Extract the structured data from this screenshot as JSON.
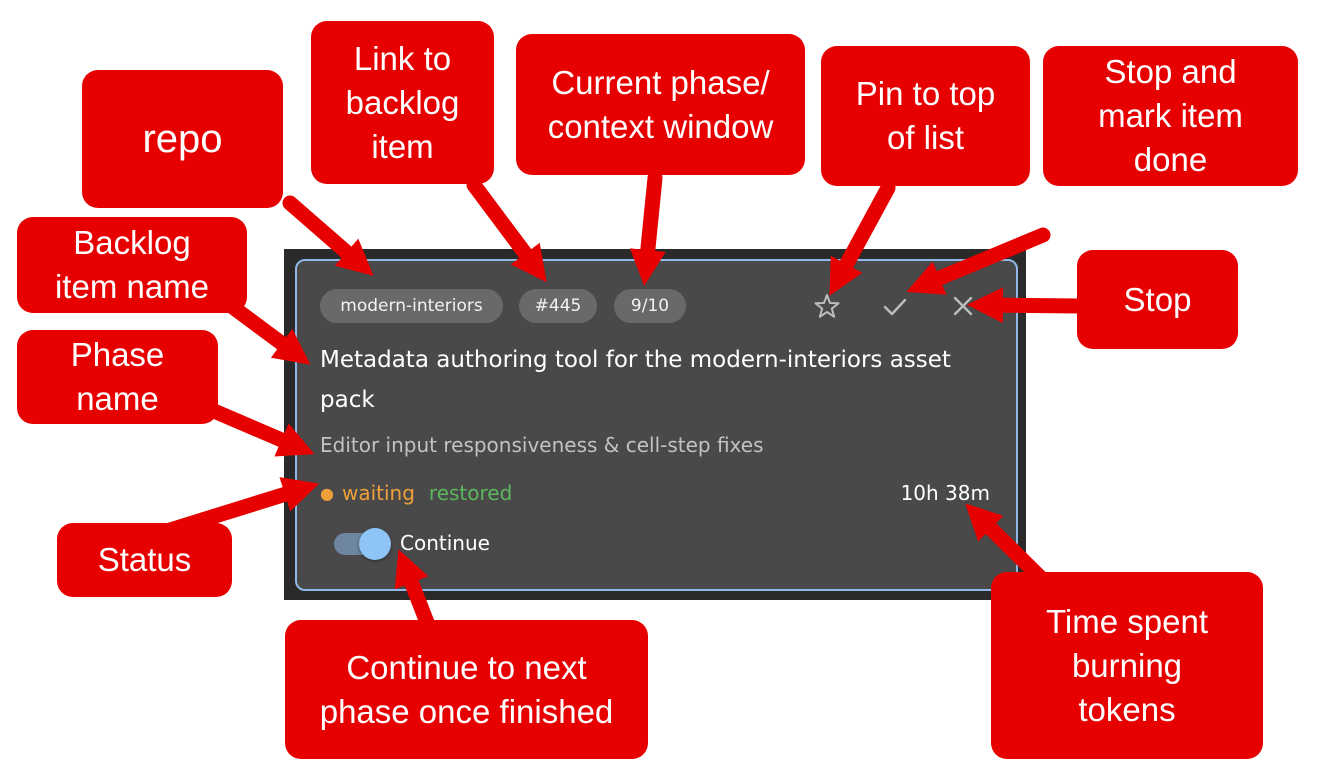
{
  "card": {
    "repo": "modern-interiors",
    "issue": "#445",
    "phase_progress": "9/10",
    "title": "Metadata authoring tool for the modern-interiors asset pack",
    "phase_name": "Editor input responsiveness & cell-step fixes",
    "status": "waiting",
    "status_extra": "restored",
    "status_dot": "●",
    "time_spent": "10h 38m",
    "continue_label": "Continue",
    "continue_enabled": true,
    "icons": {
      "pin": "star-icon",
      "done": "check-icon",
      "stop": "close-icon"
    }
  },
  "annotations": {
    "repo": "repo",
    "link": "Link to\nbacklog\nitem",
    "phase": "Current phase/\ncontext window",
    "pin": "Pin to top\nof list",
    "done": "Stop and\nmark item\ndone",
    "stop": "Stop",
    "backlog_name": "Backlog\nitem name",
    "phase_name": "Phase\nname",
    "status": "Status",
    "continue": "Continue to next\nphase once finished",
    "time": "Time spent\nburning\ntokens"
  },
  "colors": {
    "callout": "#e60000",
    "card_bg": "#494949",
    "card_border": "#8fb8e6",
    "waiting": "#f0a03a",
    "restored": "#5cb85c",
    "toggle_thumb": "#8ec4f6"
  }
}
